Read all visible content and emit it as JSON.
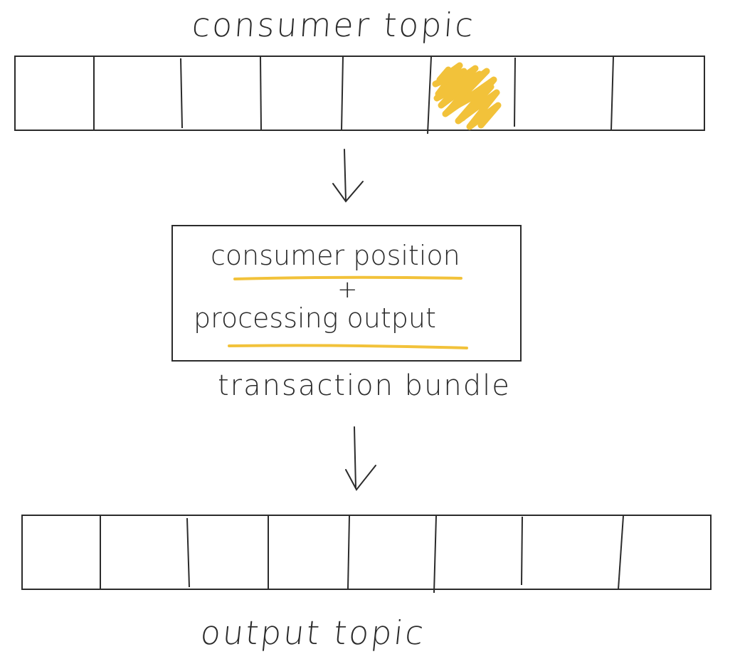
{
  "consumer_topic": {
    "label": "consumer topic",
    "cell_count": 8,
    "highlighted_cell_index": 5
  },
  "bundle": {
    "line1": "consumer position",
    "plus": "+",
    "line2": "processing output",
    "caption": "transaction bundle"
  },
  "output_topic": {
    "label": "output topic",
    "cell_count": 8
  },
  "colors": {
    "ink": "#2b2b2b",
    "highlight": "#f2c23a"
  },
  "icons": {
    "arrow": "down-arrow-icon"
  }
}
